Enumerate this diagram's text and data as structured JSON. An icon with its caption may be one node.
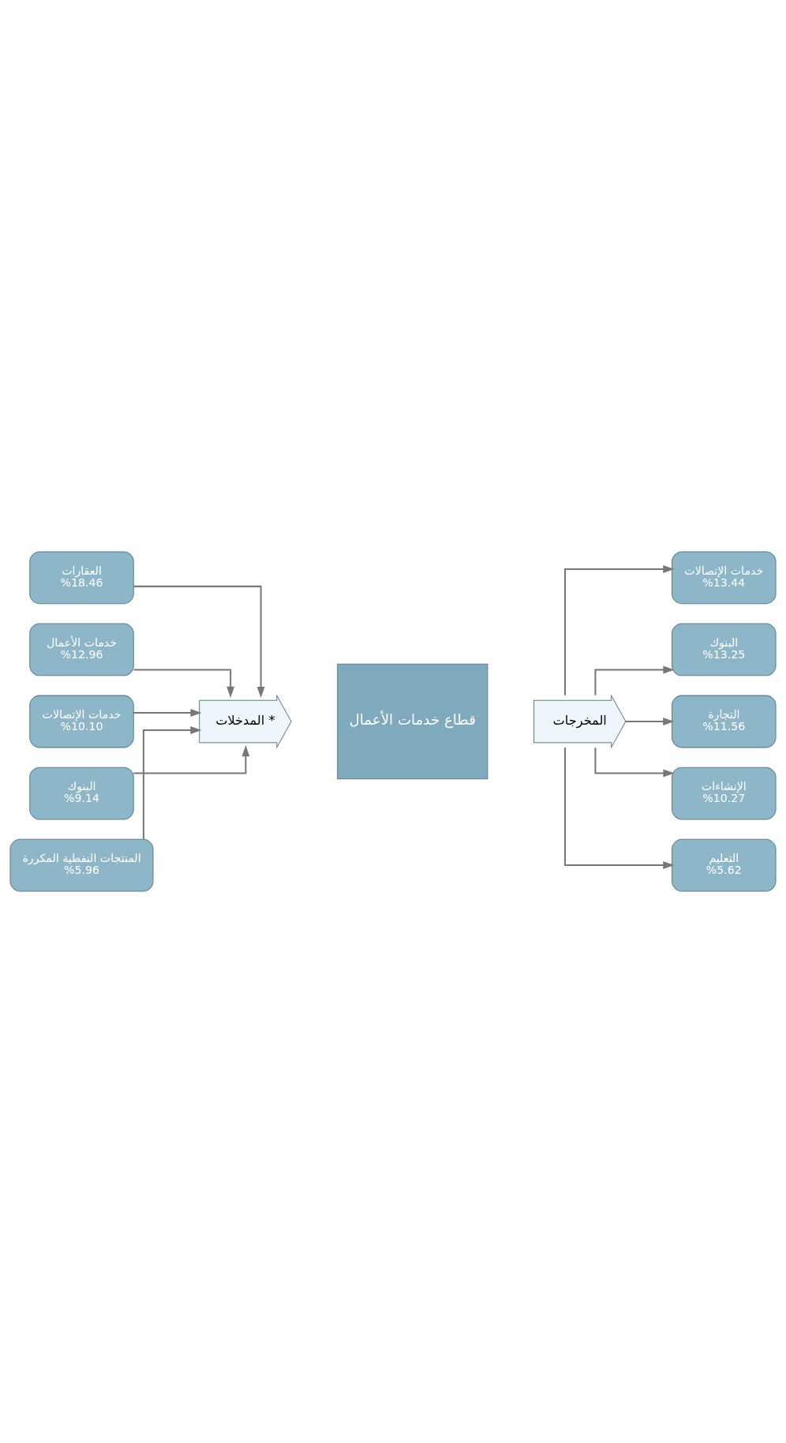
{
  "diagram": {
    "nodes": [
      {
        "text": [
          "العقارات",
          "%18.46"
        ]
      },
      {
        "text": [
          "خدمات الأعمال",
          "%12.96"
        ]
      },
      {
        "text": [
          "خدمات الإتصالات",
          "%10.10"
        ]
      },
      {
        "text": [
          "البنوك",
          "%9.14"
        ]
      },
      {
        "text": [
          "المنتجات النفطية المكررة",
          "%5.96"
        ]
      },
      {
        "text": [
          "المدخلات *"
        ]
      },
      {
        "text": [
          "قطاع خدمات الأعمال"
        ]
      },
      {
        "text": [
          "المخرجات"
        ]
      },
      {
        "text": [
          "خدمات الإتصالات",
          "%13.44"
        ]
      },
      {
        "text": [
          "البنوك",
          "%13.25"
        ]
      },
      {
        "text": [
          "التجارة",
          "%11.56"
        ]
      },
      {
        "text": [
          "الإنشاءات",
          "%10.27"
        ]
      },
      {
        "text": [
          "التعليم",
          "%5.62"
        ]
      }
    ],
    "edges": [
      {
        "from": 0,
        "to": 5,
        "arrow": "to"
      },
      {
        "from": 1,
        "to": 5,
        "arrow": "to"
      },
      {
        "from": 2,
        "to": 5,
        "arrow": "to"
      },
      {
        "from": 3,
        "to": 5,
        "arrow": "to"
      },
      {
        "from": 4,
        "to": 5,
        "arrow": "to"
      },
      {
        "from": 7,
        "to": 8,
        "arrow": "to"
      },
      {
        "from": 7,
        "to": 9,
        "arrow": "to"
      },
      {
        "from": 7,
        "to": 10,
        "arrow": "to"
      },
      {
        "from": 7,
        "to": 11,
        "arrow": "to"
      },
      {
        "from": 7,
        "to": 12,
        "arrow": "to"
      }
    ]
  }
}
